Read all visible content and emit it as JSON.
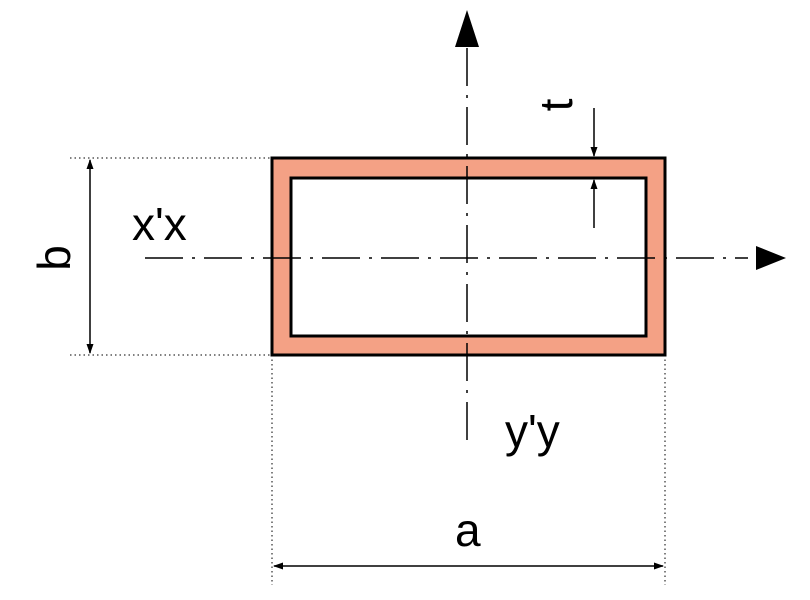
{
  "labels": {
    "width": "a",
    "height": "b",
    "thickness": "t",
    "axis_x": "x'x",
    "axis_y": "y'y"
  },
  "colors": {
    "section_fill": "#f4a185",
    "line": "#000000",
    "background": "#ffffff"
  }
}
